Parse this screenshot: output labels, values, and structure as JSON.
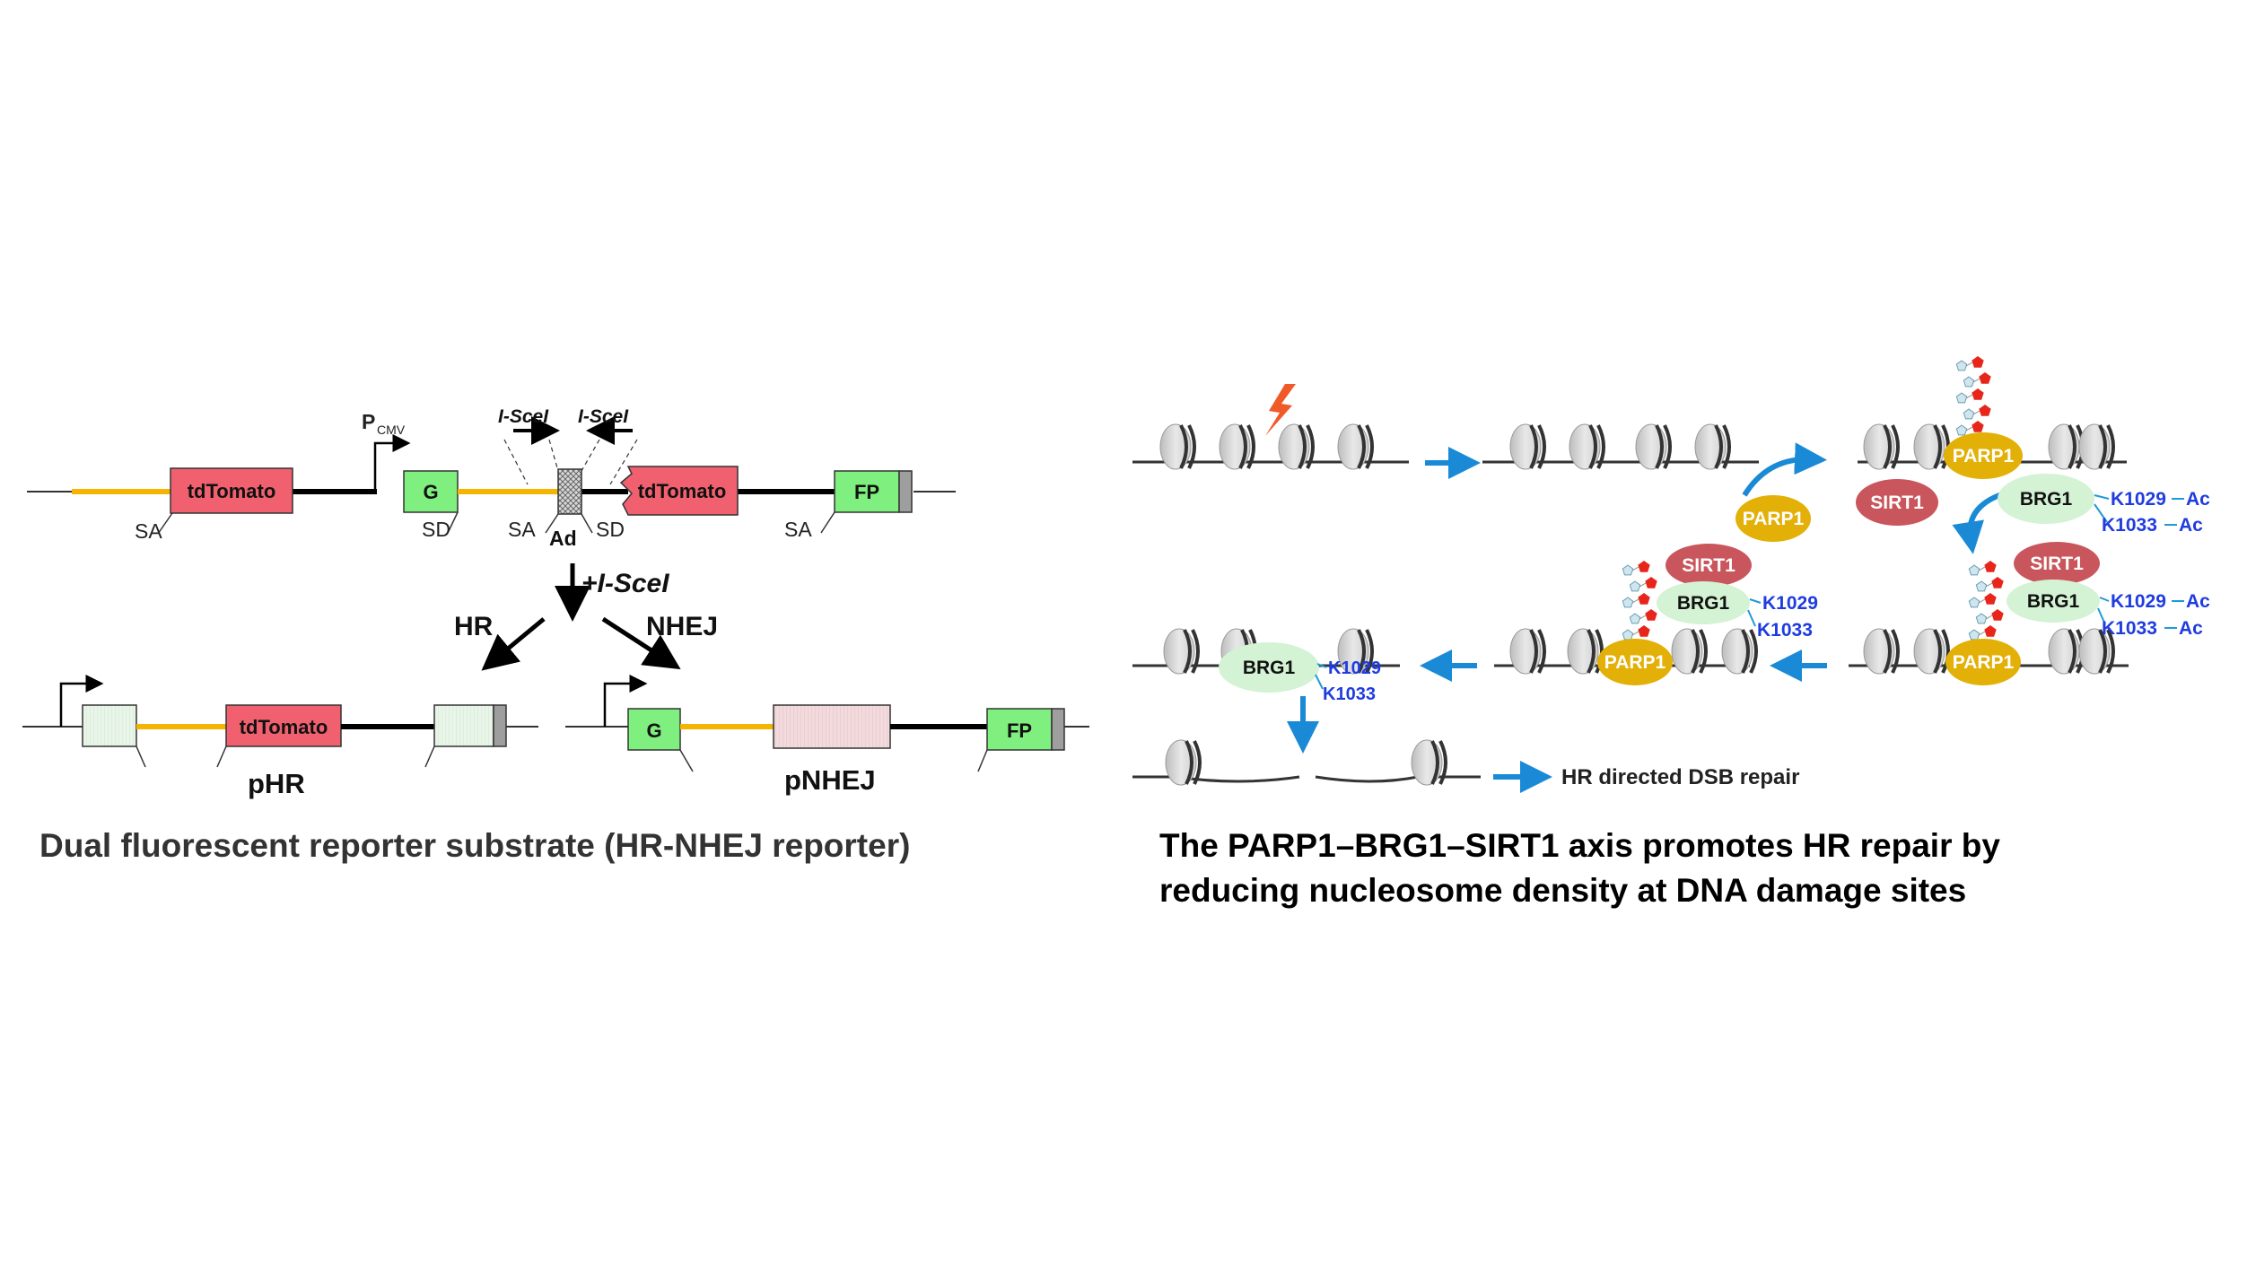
{
  "reporter": {
    "caption": "Dual fluorescent reporter substrate (HR-NHEJ reporter)",
    "promoter_p": "P",
    "promoter_sub": "CMV",
    "sceI_left": "I-SceI",
    "sceI_right": "I-SceI",
    "tdtomato_1": "tdTomato",
    "tdtomato_2": "tdTomato",
    "tdtomato_hr": "tdTomato",
    "g_1": "G",
    "g_nhej": "G",
    "fp_1": "FP",
    "fp_nhej": "FP",
    "sa_1": "SA",
    "sa_2": "SA",
    "sa_3": "SA",
    "sd_1": "SD",
    "sd_2": "SD",
    "ad": "Ad",
    "plus_scei": "+I-SceI",
    "hr": "HR",
    "nhej": "NHEJ",
    "phr": "pHR",
    "pnhej": "pNHEJ"
  },
  "axis": {
    "caption_line1": "The PARP1–BRG1–SIRT1 axis promotes HR repair by",
    "caption_line2": "reducing nucleosome density at DNA damage sites",
    "parp1_free": "PARP1",
    "parp1_top": "PARP1",
    "sirt1_free": "SIRT1",
    "brg1_top": "BRG1",
    "k1029_top": "K1029",
    "k1033_top": "K1033",
    "ac_top_1": "Ac",
    "ac_top_2": "Ac",
    "sirt1_mid": "SIRT1",
    "brg1_mid": "BRG1",
    "parp1_mid": "PARP1",
    "k1029_mid": "K1029",
    "k1033_mid": "K1033",
    "ac_mid_1": "Ac",
    "ac_mid_2": "Ac",
    "sirt1_center": "SIRT1",
    "brg1_center": "BRG1",
    "parp1_center": "PARP1",
    "k1029_center": "K1029",
    "k1033_center": "K1033",
    "brg1_left": "BRG1",
    "k1029_left": "K1029",
    "k1033_left": "K1033",
    "repair_label": "HR directed DSB repair"
  },
  "colors": {
    "tdtomato": "#f0606e",
    "gfp": "#7fef7f",
    "pale_green": "#e8f5e8",
    "pale_pink": "#f2dadd",
    "orange_line": "#f5b400",
    "parp1": "#e3b008",
    "sirt1": "#c9565c",
    "brg1": "#d4f2d4",
    "label_blue": "#1f3ce0",
    "arrow_blue": "#1a8ad6",
    "par_red": "#e8251a"
  }
}
